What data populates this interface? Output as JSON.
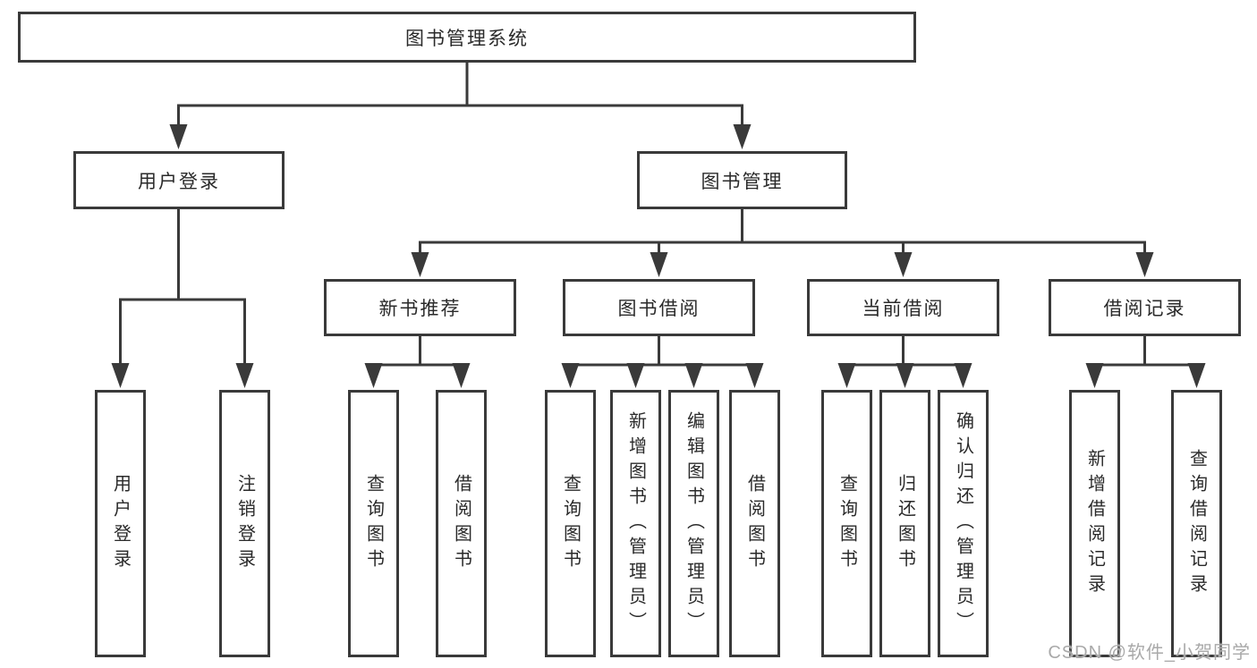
{
  "diagram": {
    "root": {
      "label": "图书管理系统"
    },
    "branches": [
      {
        "label": "用户登录",
        "children": [
          {
            "label": "用户登录"
          },
          {
            "label": "注销登录"
          }
        ]
      },
      {
        "label": "图书管理",
        "children": [
          {
            "label": "新书推荐",
            "children": [
              {
                "label": "查询图书"
              },
              {
                "label": "借阅图书"
              }
            ]
          },
          {
            "label": "图书借阅",
            "children": [
              {
                "label": "查询图书"
              },
              {
                "label": "新增图书（管理员）"
              },
              {
                "label": "编辑图书（管理员）"
              },
              {
                "label": "借阅图书"
              }
            ]
          },
          {
            "label": "当前借阅",
            "children": [
              {
                "label": "查询图书"
              },
              {
                "label": "归还图书"
              },
              {
                "label": "确认归还（管理员）"
              }
            ]
          },
          {
            "label": "借阅记录",
            "children": [
              {
                "label": "新增借阅记录"
              },
              {
                "label": "查询借阅记录"
              }
            ]
          }
        ]
      }
    ]
  },
  "watermark": "CSDN @软件_小贺同学",
  "colors": {
    "line": "#3a3a3a",
    "box_border": "#3a3a3a",
    "text": "#2a2a2a",
    "watermark": "#a9a9a9",
    "background": "#ffffff"
  }
}
